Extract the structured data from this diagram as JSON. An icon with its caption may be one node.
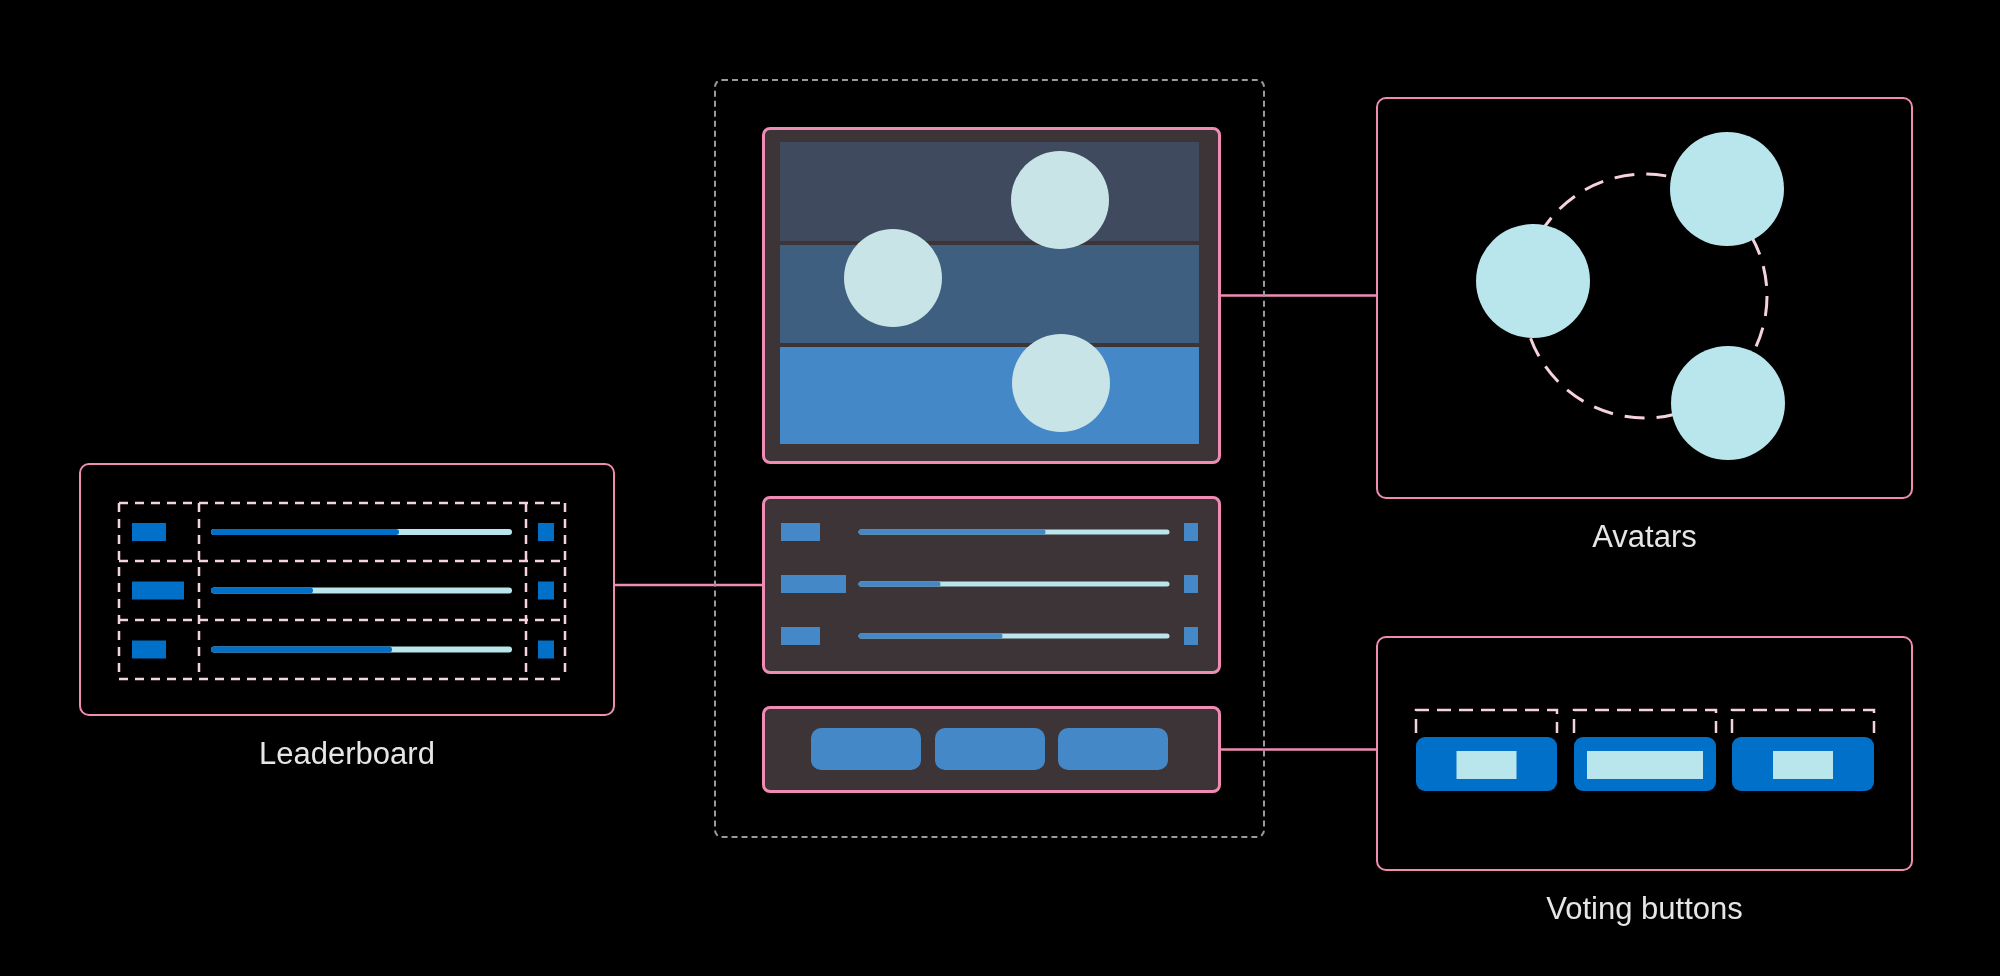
{
  "diagram": {
    "nodes": [
      {
        "text": [
          "Leaderboard"
        ]
      },
      {
        "text": [],
        "shape": "box"
      },
      {
        "text": [],
        "shape": "box",
        "in": 1
      },
      {
        "text": [],
        "shape": "box",
        "in": 1
      },
      {
        "text": [],
        "shape": "box",
        "in": 1
      },
      {
        "text": [
          "Avatars"
        ]
      },
      {
        "text": [
          "Voting buttons"
        ]
      }
    ],
    "edges": [
      {
        "from": 0,
        "to": 3,
        "arrow": "none"
      },
      {
        "from": 2,
        "to": 5,
        "arrow": "none"
      },
      {
        "from": 4,
        "to": 6,
        "arrow": "none"
      }
    ]
  }
}
